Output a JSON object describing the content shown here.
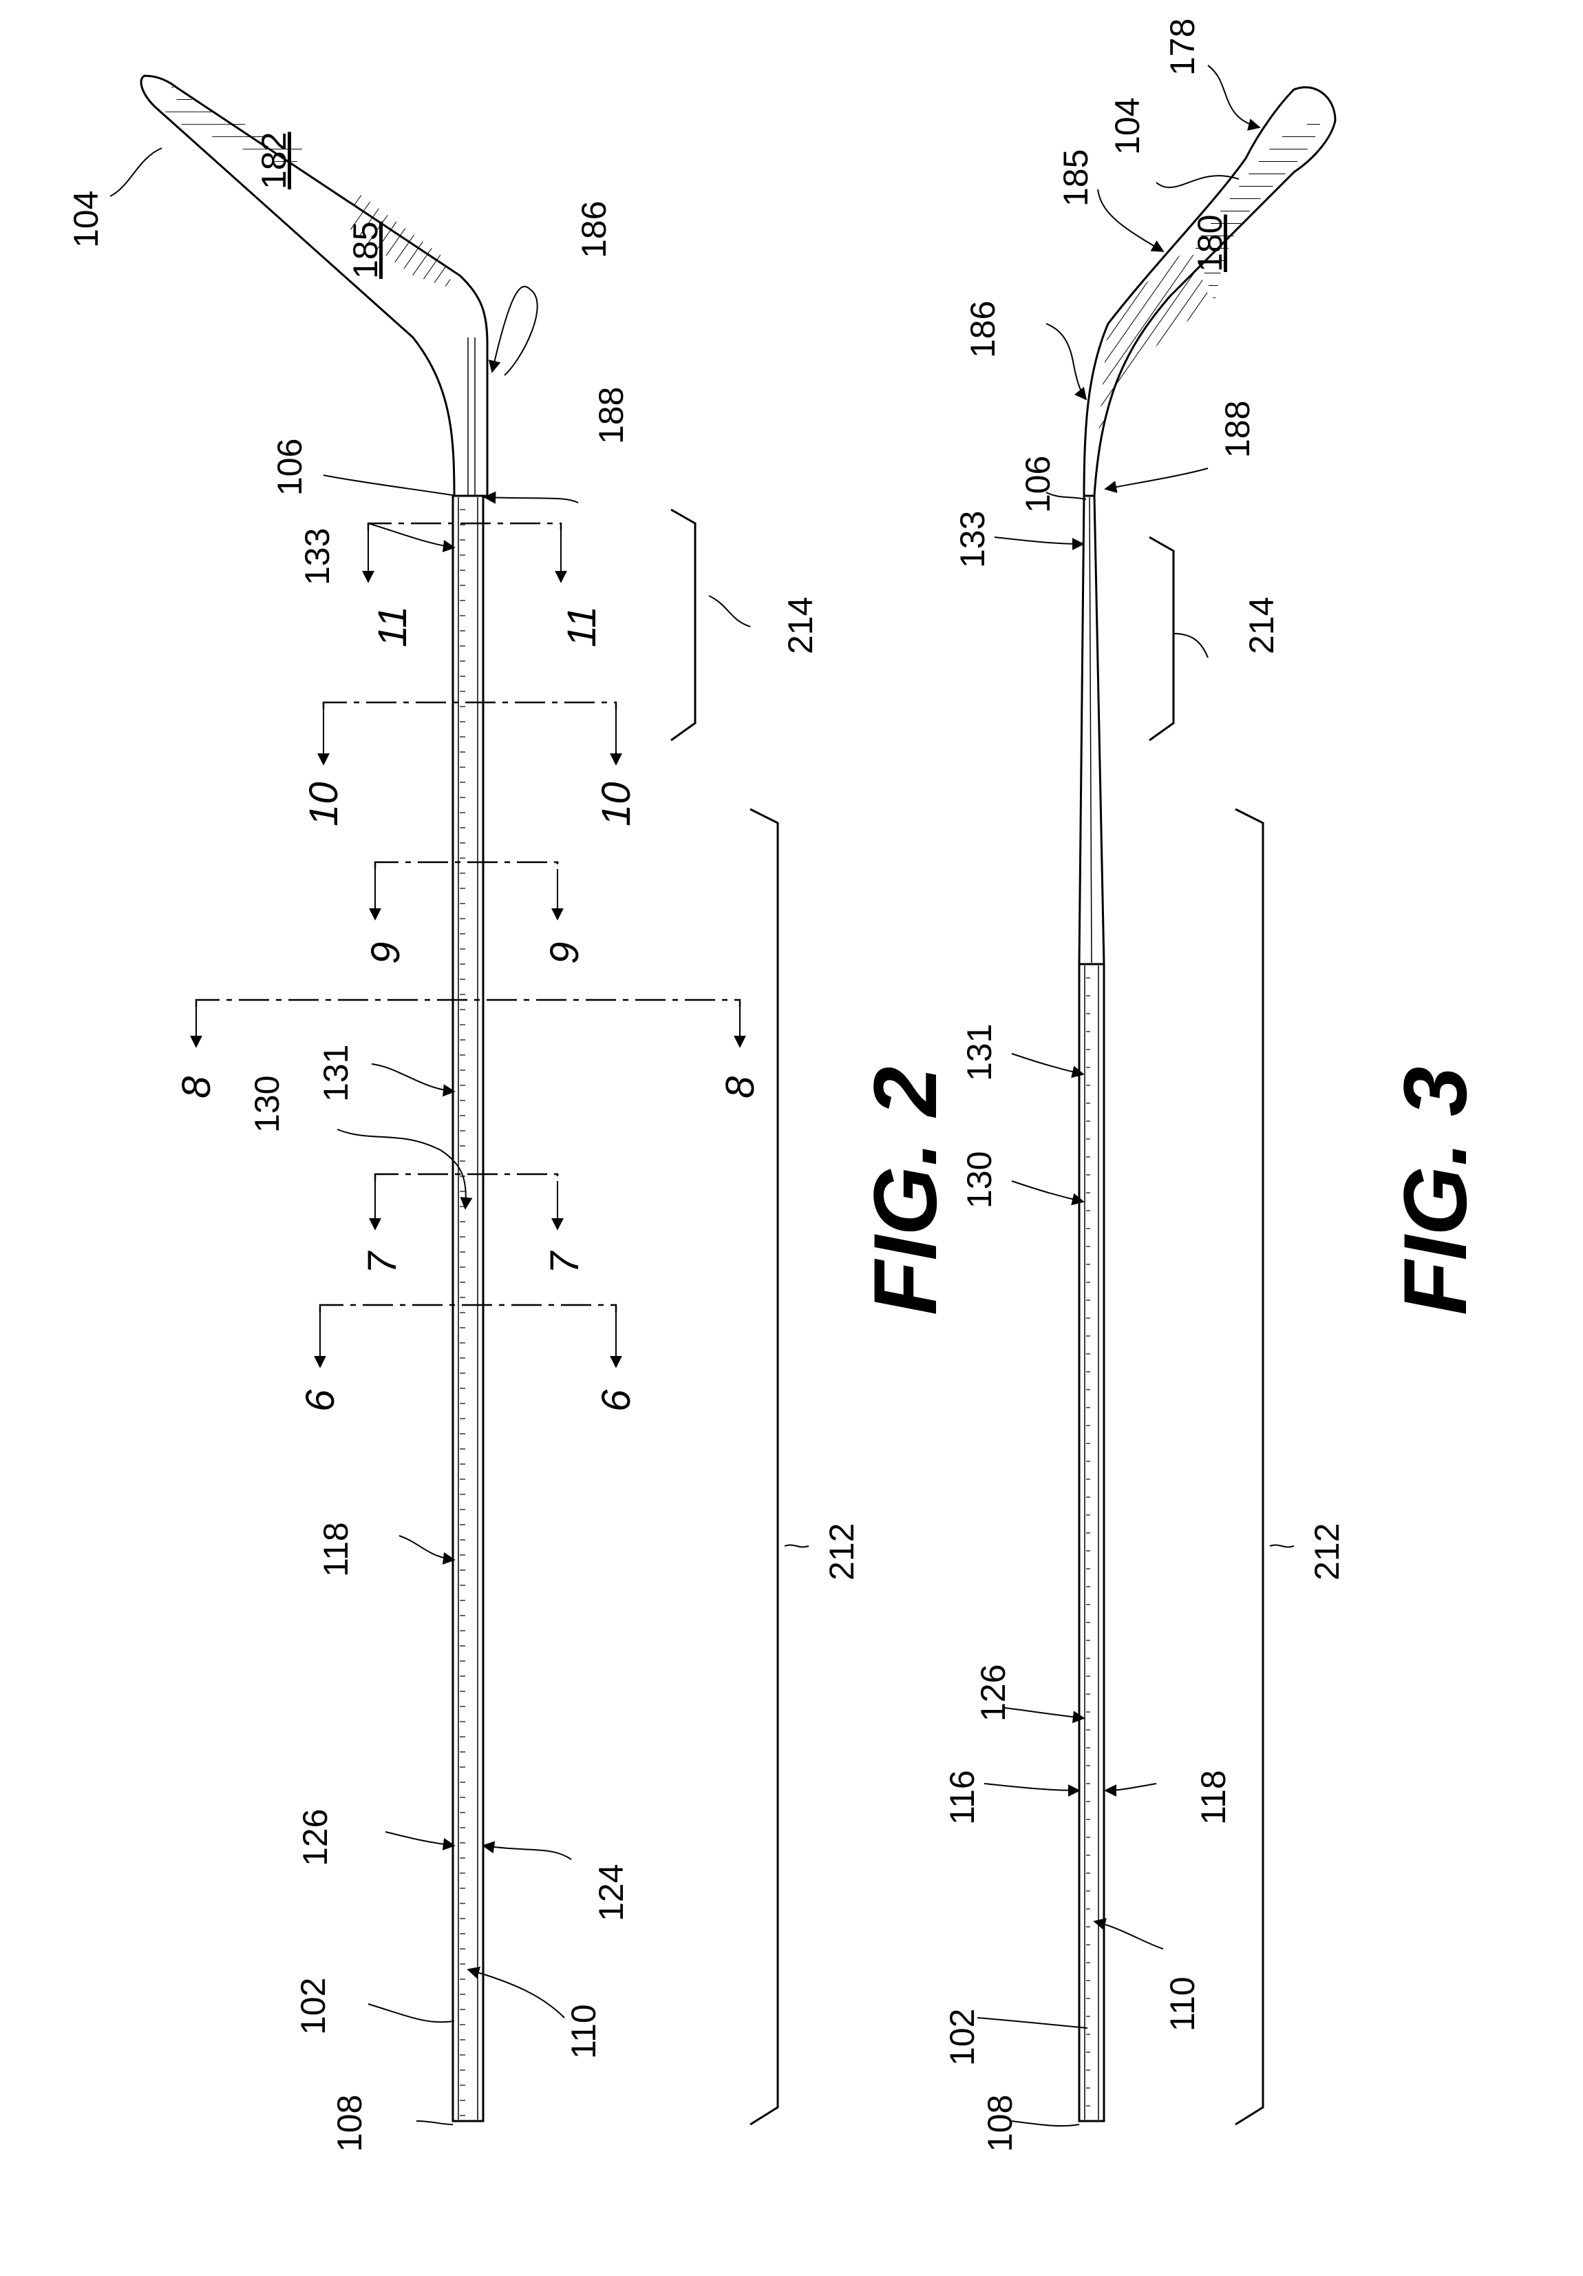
{
  "fig2": {
    "title": "FIG. 2",
    "refs": {
      "r104": "104",
      "r182": "182",
      "r185": "185",
      "r186": "186",
      "r106": "106",
      "r188": "188",
      "r133": "133",
      "r214": "214",
      "r131": "131",
      "r130": "130",
      "r118": "118",
      "r126": "126",
      "r124": "124",
      "r102": "102",
      "r110": "110",
      "r108": "108",
      "r212": "212"
    },
    "sections": {
      "s11": "11",
      "s10": "10",
      "s9": "9",
      "s8": "8",
      "s7": "7",
      "s6": "6"
    }
  },
  "fig3": {
    "title": "FIG. 3",
    "refs": {
      "r178": "178",
      "r104": "104",
      "r185": "185",
      "r180": "180",
      "r186": "186",
      "r106": "106",
      "r188": "188",
      "r133": "133",
      "r214": "214",
      "r131": "131",
      "r130": "130",
      "r126": "126",
      "r116": "116",
      "r118": "118",
      "r110": "110",
      "r102": "102",
      "r108": "108",
      "r212": "212"
    }
  }
}
